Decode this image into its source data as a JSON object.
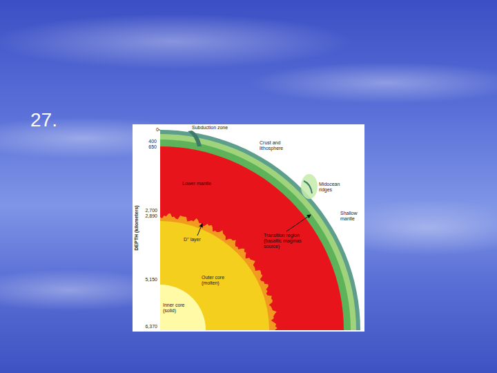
{
  "diagram": {
    "title": "27.",
    "labels": [
      "0",
      "400",
      "650",
      "2,700",
      "2,890",
      "5,150",
      "6,370",
      "DEPTH (kilometers)",
      "Subduction zone",
      "Crust and lithosphere",
      "Lower mantle",
      "Midocean ridges",
      "Shallow mantle",
      "Transition region (basaltic magmas source)",
      "D'' layer",
      "Outer core (molten)",
      "Inner core (solid)"
    ]
  }
}
